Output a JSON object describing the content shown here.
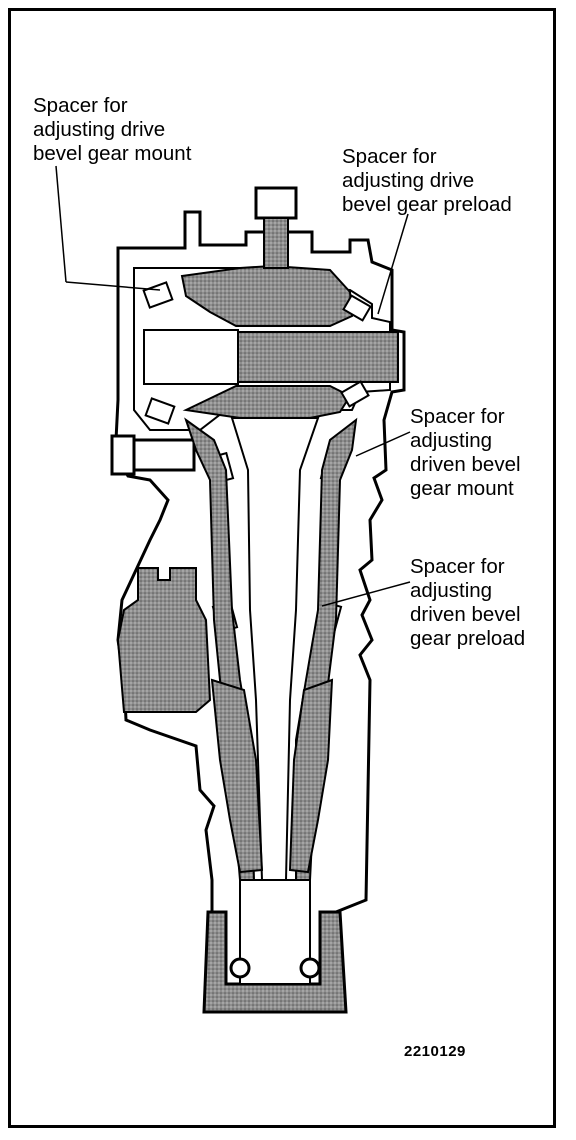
{
  "diagram": {
    "callouts": {
      "drive_mount": {
        "lines": [
          "Spacer for",
          "adjusting drive",
          "bevel gear mount"
        ]
      },
      "drive_preload": {
        "lines": [
          "Spacer for",
          "adjusting drive",
          "bevel gear preload"
        ]
      },
      "driven_mount": {
        "lines": [
          "Spacer for",
          "adjusting",
          "driven bevel",
          "gear mount"
        ]
      },
      "driven_preload": {
        "lines": [
          "Spacer for",
          "adjusting",
          "driven bevel",
          "gear preload"
        ]
      }
    },
    "figure_number": "2210129",
    "colors": {
      "ink": "#000000",
      "section_fill": "#9a9a9a",
      "paper": "#ffffff"
    }
  }
}
